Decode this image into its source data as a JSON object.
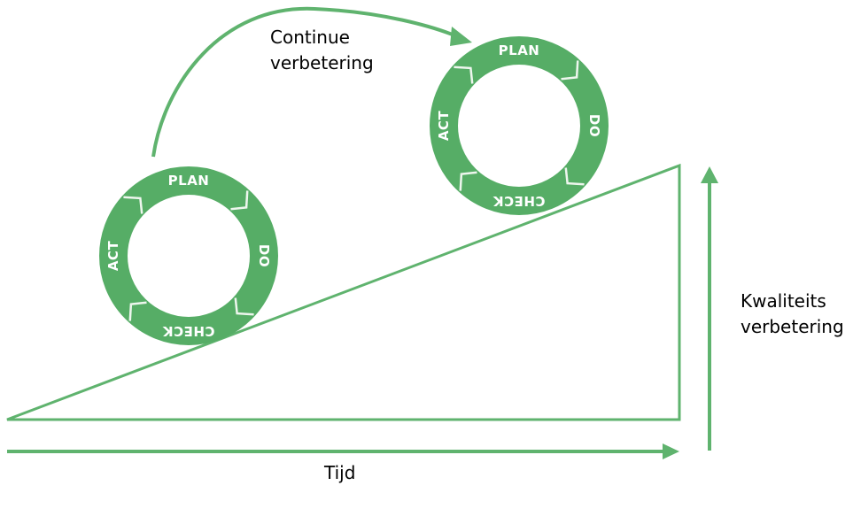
{
  "labels": {
    "continue_line1": "Continue",
    "continue_line2": "verbetering",
    "quality_line1": "Kwaliteits",
    "quality_line2": "verbetering",
    "time": "Tijd"
  },
  "cycle_steps": [
    "PLAN",
    "DO",
    "CHECK",
    "ACT"
  ],
  "colors": {
    "green": "#5fb36e",
    "ring_green": "#56ad66",
    "ring_border": "#eef6ee",
    "text": "#000000"
  }
}
